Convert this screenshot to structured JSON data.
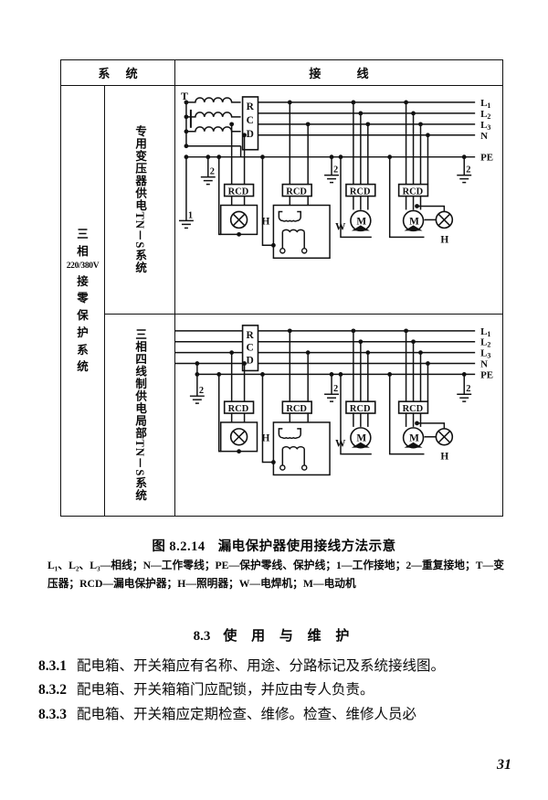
{
  "table": {
    "header": {
      "system": "系  统",
      "wiring": "接      线"
    },
    "col1_label": [
      "三",
      "相",
      "220/380V",
      "接",
      "零",
      "保",
      "护",
      "系",
      "统"
    ],
    "rows": [
      {
        "label": "专用变压器供电TN－S系统"
      },
      {
        "label": "三相四线制供电局部TN－S系统"
      }
    ],
    "bus_labels": [
      "L₁",
      "L₂",
      "L₃",
      "N",
      "PE"
    ],
    "device_labels": {
      "transformer": "T",
      "rcd": "RCD",
      "rcd_vertical": [
        "R",
        "C",
        "D"
      ],
      "lamp": "H",
      "welder": "W",
      "motor": "M",
      "ground_working": "1",
      "ground_repeat": "2"
    },
    "branches_top": [
      {
        "rcd": "RCD",
        "load": "H",
        "type": "lamp"
      },
      {
        "rcd": "RCD",
        "load": "W",
        "type": "welder"
      },
      {
        "rcd": "RCD",
        "load": "M",
        "type": "motor"
      },
      {
        "rcd": "RCD",
        "load": "M",
        "type": "motor-lamp",
        "extra": "H"
      }
    ],
    "branches_bottom": [
      {
        "rcd": "RCD",
        "load": "H",
        "type": "lamp"
      },
      {
        "rcd": "RCD",
        "load": "W",
        "type": "welder"
      },
      {
        "rcd": "RCD",
        "load": "M",
        "type": "motor"
      },
      {
        "rcd": "RCD",
        "load": "M",
        "type": "motor-lamp",
        "extra": "H"
      }
    ]
  },
  "caption": {
    "number": "图 8.2.14",
    "title": "漏电保护器使用接线方法示意"
  },
  "legend_text": "L₁、L₂、L₃—相线；N—工作零线；PE—保护零线、保护线；1—工作接地；2—重复接地；T—变压器；RCD—漏电保护器；H—照明器；W—电焊机；M—电动机",
  "section": {
    "number": "8.3",
    "title": "使 用 与 维 护"
  },
  "clauses": [
    {
      "tag": "8.3.1",
      "text": "配电箱、开关箱应有名称、用途、分路标记及系统接线图。"
    },
    {
      "tag": "8.3.2",
      "text": "配电箱、开关箱箱门应配锁，并应由专人负责。"
    },
    {
      "tag": "8.3.3",
      "text": "配电箱、开关箱应定期检查、维修。检查、维修人员必"
    }
  ],
  "page_number": "31"
}
